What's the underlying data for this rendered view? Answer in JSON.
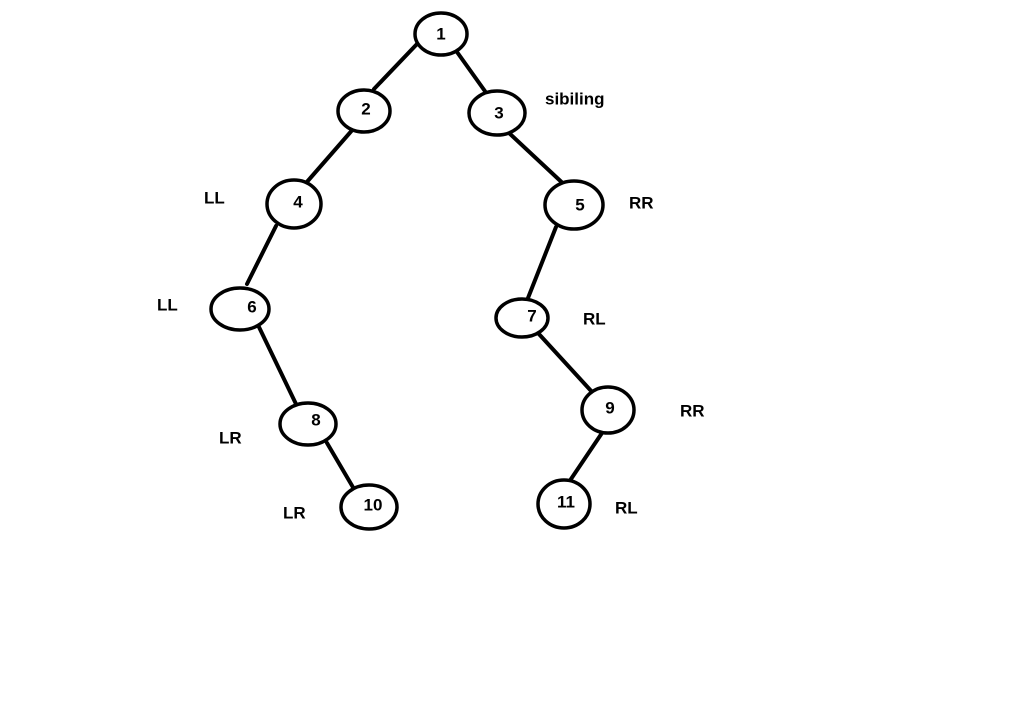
{
  "nodes": [
    {
      "id": "n1",
      "label": "1"
    },
    {
      "id": "n2",
      "label": "2"
    },
    {
      "id": "n3",
      "label": "3"
    },
    {
      "id": "n4",
      "label": "4"
    },
    {
      "id": "n5",
      "label": "5"
    },
    {
      "id": "n6",
      "label": "6"
    },
    {
      "id": "n7",
      "label": "7"
    },
    {
      "id": "n8",
      "label": "8"
    },
    {
      "id": "n9",
      "label": "9"
    },
    {
      "id": "n10",
      "label": "10"
    },
    {
      "id": "n11",
      "label": "11"
    }
  ],
  "edges": [
    {
      "from": "n1",
      "to": "n2"
    },
    {
      "from": "n1",
      "to": "n3"
    },
    {
      "from": "n2",
      "to": "n4"
    },
    {
      "from": "n3",
      "to": "n5"
    },
    {
      "from": "n4",
      "to": "n6"
    },
    {
      "from": "n5",
      "to": "n7"
    },
    {
      "from": "n6",
      "to": "n8"
    },
    {
      "from": "n7",
      "to": "n9"
    },
    {
      "from": "n8",
      "to": "n10"
    },
    {
      "from": "n9",
      "to": "n11"
    }
  ],
  "annotations": [
    {
      "id": "sibling",
      "text": "sibiling"
    },
    {
      "id": "ll-4",
      "text": "LL"
    },
    {
      "id": "rr-5",
      "text": "RR"
    },
    {
      "id": "ll-6",
      "text": "LL"
    },
    {
      "id": "rl-7",
      "text": "RL"
    },
    {
      "id": "lr-8",
      "text": "LR"
    },
    {
      "id": "rr-9",
      "text": "RR"
    },
    {
      "id": "lr-10",
      "text": "LR"
    },
    {
      "id": "rl-11",
      "text": "RL"
    }
  ]
}
